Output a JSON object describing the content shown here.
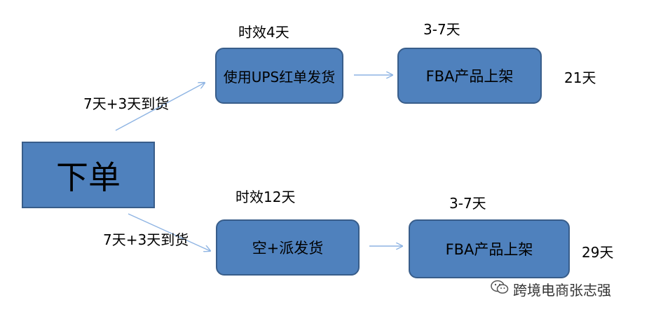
{
  "start_node": {
    "label": "下单"
  },
  "top_route": {
    "arrive_label": "7天+3天到货",
    "ship_label": "时效4天",
    "ship_node": "使用UPS红单发货",
    "shelf_time": "3-7天",
    "shelf_node": "FBA产品上架",
    "total": "21天"
  },
  "bottom_route": {
    "arrive_label": "7天+3天到货",
    "ship_label": "时效12天",
    "ship_node": "空+派发货",
    "shelf_time": "3-7天",
    "shelf_node": "FBA产品上架",
    "total": "29天"
  },
  "watermark": {
    "text": "跨境电商张志强",
    "icon": "wechat-icon"
  },
  "colors": {
    "box_fill": "#4f81bd",
    "box_border": "#385d8a",
    "arrow": "#8eb4e3"
  }
}
